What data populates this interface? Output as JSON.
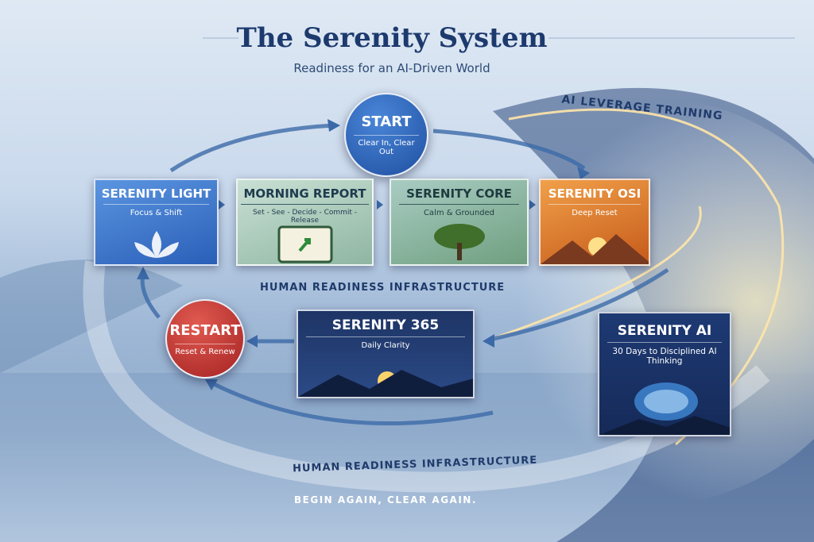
{
  "header": {
    "title": "The Serenity System",
    "subtitle": "Readiness for an AI-Driven World"
  },
  "start": {
    "title": "START",
    "subtitle": "Clear In, Clear Out",
    "color": "#1f4fa0"
  },
  "restart": {
    "title": "RESTART",
    "subtitle": "Reset & Renew",
    "color": "#b32a2a"
  },
  "stages": [
    {
      "title": "SERENITY LIGHT",
      "subtitle": "Focus & Shift",
      "icon": "lotus-icon",
      "color": "#3d78d0"
    },
    {
      "title": "MORNING REPORT",
      "subtitle": "Set - See - Decide - Commit - Release",
      "icon": "calendar-icon",
      "color": "#a9c8b6"
    },
    {
      "title": "SERENITY CORE",
      "subtitle": "Calm & Grounded",
      "icon": "tree-icon",
      "color": "#8fb8ad"
    },
    {
      "title": "SERENITY OSI",
      "subtitle": "Deep Reset",
      "icon": "mountain-sunrise-icon",
      "color": "#e07a22"
    }
  ],
  "serenity365": {
    "title": "SERENITY 365",
    "subtitle": "Daily Clarity",
    "icon": "mountain-sunrise-icon"
  },
  "serenityAI": {
    "title": "SERENITY AI",
    "subtitle": "30 Days to Disciplined AI Thinking",
    "icon": "brain-icon"
  },
  "labels": {
    "ai_leverage": "AI LEVERAGE TRAINING",
    "infra_top": "HUMAN READINESS INFRASTRUCTURE",
    "infra_bottom": "HUMAN READINESS INFRASTRUCTURE",
    "footer": "BEGIN AGAIN, CLEAR AGAIN."
  }
}
